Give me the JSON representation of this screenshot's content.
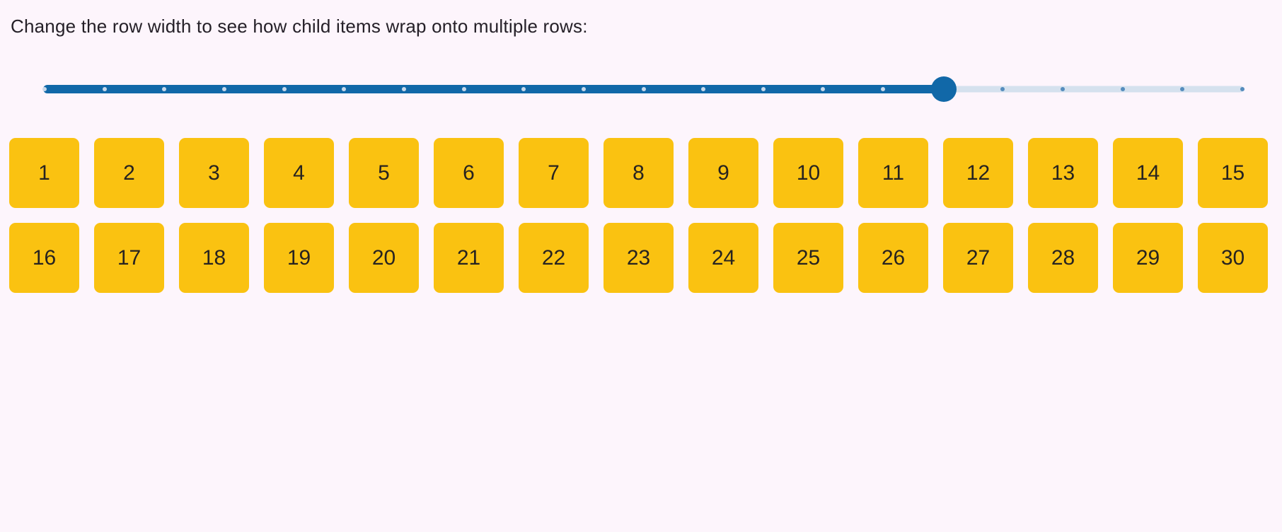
{
  "page": {
    "background_color": "#fdf5fc"
  },
  "header": {
    "instruction": "Change the row width to see how child items wrap onto multiple rows:"
  },
  "slider": {
    "min": 0,
    "max": 20,
    "value": 15,
    "percent": 75,
    "fill_color": "#1168a8",
    "rail_color": "#d5e1ee",
    "tick_color_on_fill": "#c8d9ea",
    "tick_color_on_rail": "#558cbd",
    "thumb_color": "#1168a8"
  },
  "wrap_panel": {
    "item_color": "#fac211",
    "item_text_color": "#272320",
    "items_per_row": 15,
    "labels": [
      "1",
      "2",
      "3",
      "4",
      "5",
      "6",
      "7",
      "8",
      "9",
      "10",
      "11",
      "12",
      "13",
      "14",
      "15",
      "16",
      "17",
      "18",
      "19",
      "20",
      "21",
      "22",
      "23",
      "24",
      "25",
      "26",
      "27",
      "28",
      "29",
      "30"
    ]
  }
}
